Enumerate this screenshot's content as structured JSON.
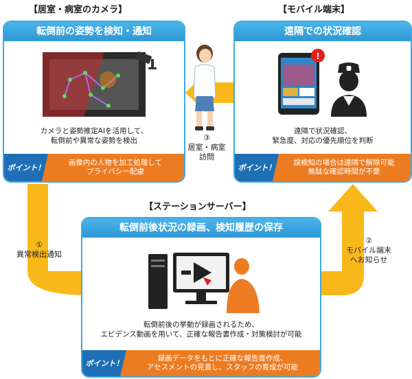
{
  "camera": {
    "section_label": "【居室・病室のカメラ】",
    "title": "転倒前の姿勢を検知・通知",
    "desc": [
      "カメラと姿勢推定AIを活用して、",
      "転倒前や異常な姿勢を検出"
    ],
    "point_label": "ポイント！",
    "point_text": [
      "画像内の人物を加工処理して",
      "プライバシー配慮"
    ]
  },
  "mobile": {
    "section_label": "【モバイル端末】",
    "title": "遠隔での状況確認",
    "desc": [
      "遠隔で状況確認、",
      "緊急度、対応の優先順位を判断"
    ],
    "point_label": "ポイント！",
    "point_text": [
      "誤検知の場合は遠隔で解除可能",
      "無駄な確認時間が不要"
    ]
  },
  "server": {
    "section_label": "【ステーションサーバー】",
    "title": "転倒前後状況の録画、検知履歴の保存",
    "desc": [
      "転倒前後の挙動が録画されるため、",
      "エビデンス動画を用いて、正確な報告書作成・対策検討が可能"
    ],
    "point_label": "ポイント！",
    "point_text": [
      "録画データをもとに正確な報告書作成、",
      "アセスメントの見直し、スタッフの育成が可能"
    ]
  },
  "flows": {
    "step1": [
      "①",
      "異常検出通知"
    ],
    "step2": [
      "②",
      "モバイル端末",
      "へお知らせ"
    ],
    "step3": [
      "③",
      "居室・病室",
      "訪問"
    ]
  },
  "icons": {
    "alert_mark": "!"
  },
  "colors": {
    "panel_blue": "#3fa9e0",
    "point_orange": "#ec7c22",
    "badge_blue": "#1e6fb5",
    "arrow_yellow": "#f9b81a"
  }
}
